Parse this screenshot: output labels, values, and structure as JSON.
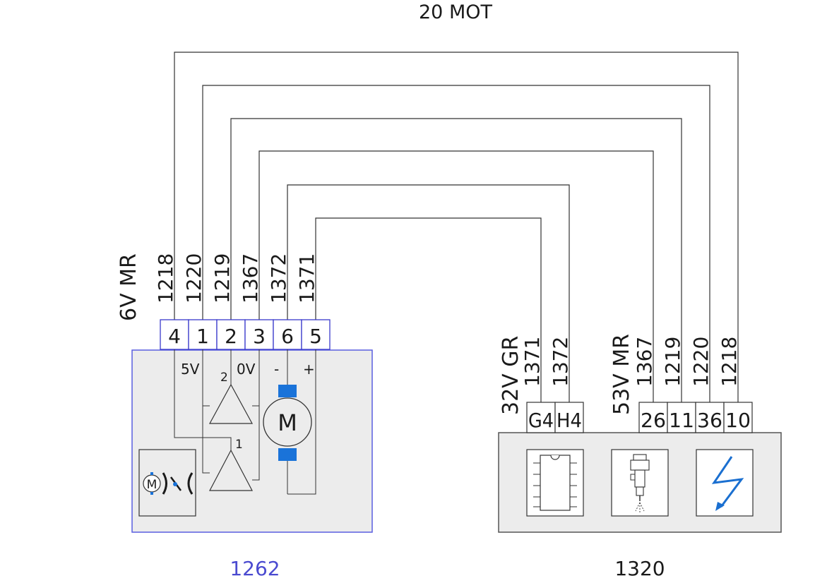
{
  "title": "20 MOT",
  "left_component": {
    "id": "1262",
    "connector_label": "6V MR",
    "wire_labels": [
      "1218",
      "1220",
      "1219",
      "1367",
      "1372",
      "1371"
    ],
    "pins": [
      "4",
      "1",
      "2",
      "3",
      "6",
      "5"
    ],
    "internal_labels": {
      "v5": "5V",
      "v0": "0V",
      "minus": "-",
      "plus": "+",
      "amp2": "2",
      "amp1": "1",
      "motor": "M",
      "sensor_motor": "M"
    }
  },
  "right_component": {
    "id": "1320",
    "connector_gr": {
      "label": "32V GR",
      "wire_labels": [
        "1371",
        "1372"
      ],
      "pins": [
        "G4",
        "H4"
      ]
    },
    "connector_mr": {
      "label": "53V MR",
      "wire_labels": [
        "1367",
        "1219",
        "1220",
        "1218"
      ],
      "pins": [
        "26",
        "11",
        "36",
        "10"
      ]
    },
    "icons": [
      "ecu-chip-icon",
      "injector-icon",
      "ignition-bolt-icon"
    ]
  },
  "colors": {
    "left_box_border": "#5a5ee0",
    "left_pin_border": "#3a3acc",
    "id_text": "#4a4ad0",
    "box_fill": "#ececec",
    "motor_brush": "#1a73d9",
    "bolt": "#1a6fd0"
  }
}
